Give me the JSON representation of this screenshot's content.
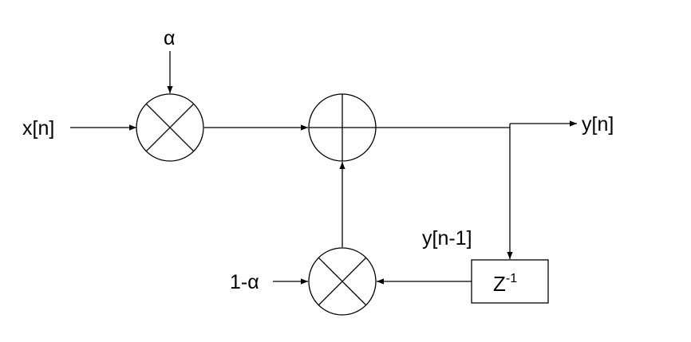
{
  "diagram": {
    "labels": {
      "input": "x[n]",
      "alpha": "α",
      "one_minus_alpha": "1-α",
      "output": "y[n]",
      "delayed_output": "y[n-1]",
      "delay_base": "Z",
      "delay_exponent": "-1"
    },
    "nodes": [
      {
        "id": "mult-alpha",
        "type": "multiplier"
      },
      {
        "id": "adder",
        "type": "summing-junction"
      },
      {
        "id": "mult-one-minus-alpha",
        "type": "multiplier"
      },
      {
        "id": "delay",
        "type": "unit-delay"
      }
    ],
    "edges": [
      {
        "from": "x[n]",
        "to": "mult-alpha"
      },
      {
        "from": "α",
        "to": "mult-alpha"
      },
      {
        "from": "mult-alpha",
        "to": "adder"
      },
      {
        "from": "adder",
        "to": "y[n]"
      },
      {
        "from": "adder",
        "to": "delay"
      },
      {
        "from": "delay",
        "to": "mult-one-minus-alpha"
      },
      {
        "from": "1-α",
        "to": "mult-one-minus-alpha"
      },
      {
        "from": "mult-one-minus-alpha",
        "to": "adder"
      }
    ]
  }
}
